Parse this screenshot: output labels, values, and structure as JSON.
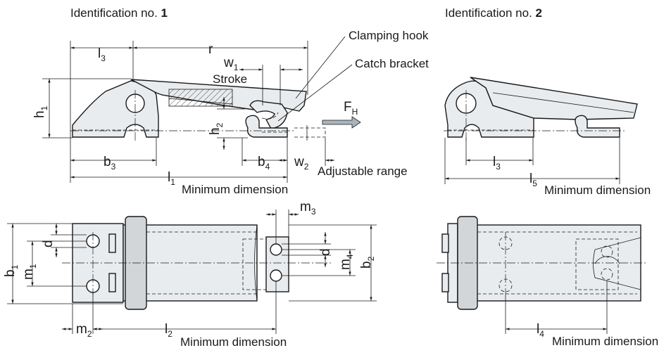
{
  "headers": {
    "id1_prefix": "Identification no. ",
    "id1_number": "1",
    "id2_prefix": "Identification no. ",
    "id2_number": "2"
  },
  "callouts": {
    "clamping_hook": "Clamping hook",
    "catch_bracket": "Catch bracket",
    "stroke": "Stroke",
    "adjustable_range": "Adjustable range",
    "force": "F",
    "force_sub": "H"
  },
  "dimensions": {
    "l1": {
      "main": "l",
      "sub": "1",
      "note": "Minimum dimension"
    },
    "l2": {
      "main": "l",
      "sub": "2",
      "note": "Minimum dimension"
    },
    "l3": {
      "main": "l",
      "sub": "3"
    },
    "l4": {
      "main": "l",
      "sub": "4",
      "note": "Minimum dimension"
    },
    "l5": {
      "main": "l",
      "sub": "5",
      "note": "Minimum dimension"
    },
    "r": {
      "main": "r"
    },
    "w1": {
      "main": "w",
      "sub": "1"
    },
    "w2": {
      "main": "w",
      "sub": "2"
    },
    "h1": {
      "main": "h",
      "sub": "1"
    },
    "h2": {
      "main": "h",
      "sub": "2"
    },
    "b1": {
      "main": "b",
      "sub": "1"
    },
    "b2": {
      "main": "b",
      "sub": "2"
    },
    "b3": {
      "main": "b",
      "sub": "3"
    },
    "b4": {
      "main": "b",
      "sub": "4"
    },
    "m1": {
      "main": "m",
      "sub": "1"
    },
    "m2": {
      "main": "m",
      "sub": "2"
    },
    "m3": {
      "main": "m",
      "sub": "3"
    },
    "m4": {
      "main": "m",
      "sub": "4"
    },
    "d": {
      "main": "d"
    }
  }
}
